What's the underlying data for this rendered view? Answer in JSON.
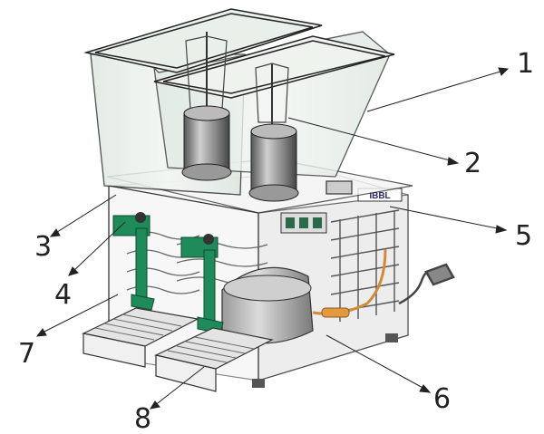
{
  "diagram": {
    "callouts": [
      {
        "id": "1",
        "label": "1"
      },
      {
        "id": "2",
        "label": "2"
      },
      {
        "id": "3",
        "label": "3"
      },
      {
        "id": "4",
        "label": "4"
      },
      {
        "id": "5",
        "label": "5"
      },
      {
        "id": "6",
        "label": "6"
      },
      {
        "id": "7",
        "label": "7"
      },
      {
        "id": "8",
        "label": "8"
      }
    ],
    "brand_plate": "IBBL",
    "colors": {
      "tap_green": "#1f8a5a",
      "tank_tint": "#e6efe9",
      "line": "#333333",
      "copper": "#d08a3a",
      "grid": "#555555"
    }
  }
}
